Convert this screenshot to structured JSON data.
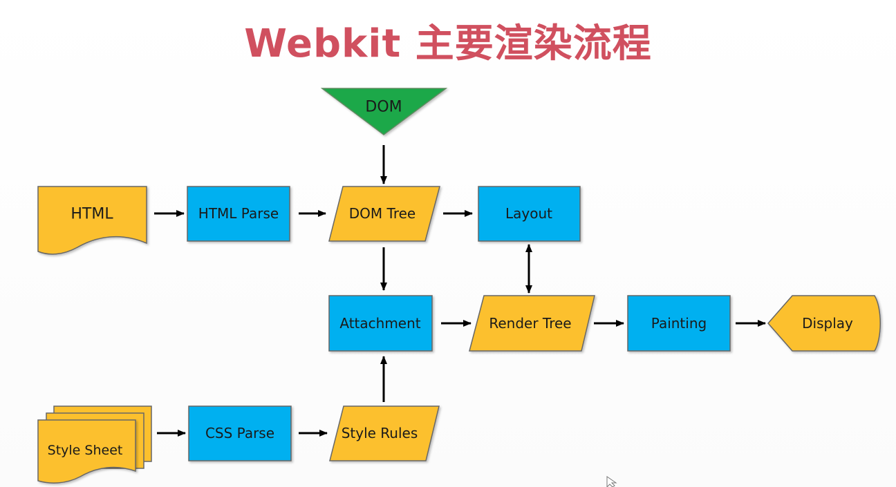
{
  "title": "Webkit 主要渲染流程",
  "colors": {
    "title": "#d0505f",
    "process_fill": "#00b0f0",
    "data_fill": "#fcc02d",
    "dom_fill": "#1aa84a",
    "stroke": "#666666",
    "arrow": "#000000"
  },
  "nodes": {
    "dom": {
      "label": "DOM",
      "shape": "triangle-down"
    },
    "html": {
      "label": "HTML",
      "shape": "document"
    },
    "html_parse": {
      "label": "HTML Parse",
      "shape": "rectangle"
    },
    "dom_tree": {
      "label": "DOM Tree",
      "shape": "parallelogram"
    },
    "layout": {
      "label": "Layout",
      "shape": "rectangle"
    },
    "attachment": {
      "label": "Attachment",
      "shape": "rectangle"
    },
    "render_tree": {
      "label": "Render Tree",
      "shape": "parallelogram"
    },
    "painting": {
      "label": "Painting",
      "shape": "rectangle"
    },
    "display": {
      "label": "Display",
      "shape": "display"
    },
    "style_sheet": {
      "label": "Style Sheet",
      "shape": "multi-document"
    },
    "css_parse": {
      "label": "CSS Parse",
      "shape": "rectangle"
    },
    "style_rules": {
      "label": "Style Rules",
      "shape": "parallelogram"
    }
  },
  "edges": [
    {
      "from": "DOM",
      "to": "DOM Tree"
    },
    {
      "from": "HTML",
      "to": "HTML Parse"
    },
    {
      "from": "HTML Parse",
      "to": "DOM Tree"
    },
    {
      "from": "DOM Tree",
      "to": "Layout"
    },
    {
      "from": "DOM Tree",
      "to": "Attachment"
    },
    {
      "from": "Layout",
      "to": "Render Tree",
      "bidirectional": true
    },
    {
      "from": "Attachment",
      "to": "Render Tree"
    },
    {
      "from": "Render Tree",
      "to": "Painting"
    },
    {
      "from": "Painting",
      "to": "Display"
    },
    {
      "from": "Style Sheet",
      "to": "CSS Parse"
    },
    {
      "from": "CSS Parse",
      "to": "Style Rules"
    },
    {
      "from": "Style Rules",
      "to": "Attachment"
    }
  ]
}
